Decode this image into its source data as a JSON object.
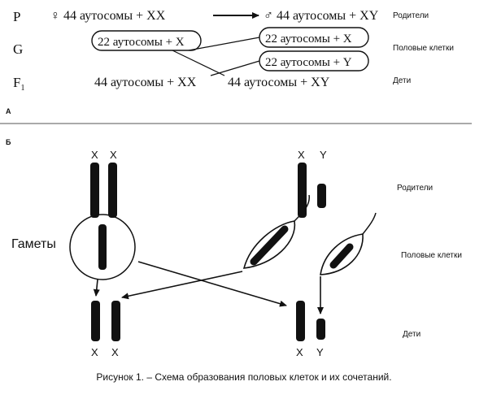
{
  "section_a": {
    "rows": [
      {
        "label": "P"
      },
      {
        "label": "G"
      },
      {
        "label": "F"
      }
    ],
    "f_subscript": "1",
    "p_left": "♀ 44 аутосомы + XX",
    "p_right": "♂ 44 аутосомы + XY",
    "g_left": "22 аутосомы + X",
    "g_right_top": "22 аутосомы + X",
    "g_right_bottom": "22 аутосомы + Y",
    "f_left": "44 аутосомы + XX",
    "f_right": "44 аутосомы + XY",
    "side_labels": [
      "Родители",
      "Половые клетки",
      "Дети"
    ],
    "panel_letter": "А"
  },
  "section_b": {
    "panel_letter": "Б",
    "parent_left_labels": [
      "X",
      "X"
    ],
    "parent_right_labels": [
      "X",
      "Y"
    ],
    "child_left_labels": [
      "X",
      "X"
    ],
    "child_right_labels": [
      "X",
      "Y"
    ],
    "gametes_label": "Гаметы",
    "side_labels": [
      "Родители",
      "Половые клетки",
      "Дети"
    ]
  },
  "caption": "Рисунок 1. – Схема образования половых клеток и их сочетаний."
}
